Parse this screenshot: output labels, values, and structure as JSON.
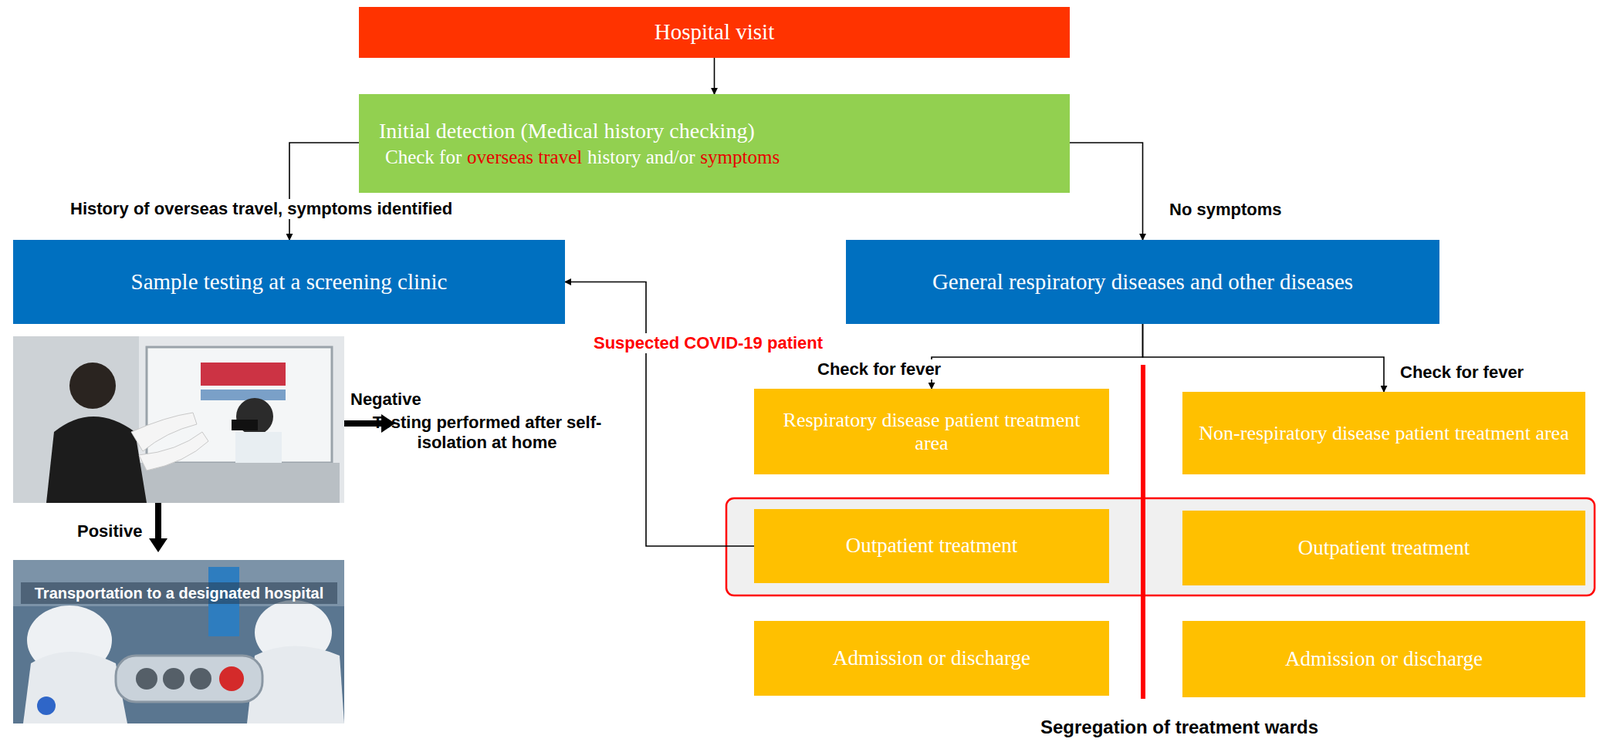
{
  "diagram": {
    "nodes": [
      {
        "text": [
          "Hospital visit"
        ]
      },
      {
        "text": [
          "Initial detection (Medical history checking)",
          "Check for",
          "overseas travel",
          "history and/or",
          "symptoms"
        ]
      },
      {
        "text": [
          "Sample testing at a screening clinic"
        ]
      },
      {
        "text": [
          "General respiratory diseases and other diseases"
        ]
      },
      {
        "text": [
          "Respiratory disease patient treatment area"
        ]
      },
      {
        "text": [
          "Non-respiratory disease patient treatment area"
        ]
      },
      {
        "text": [
          "Outpatient treatment"
        ]
      },
      {
        "text": [
          "Outpatient treatment"
        ]
      },
      {
        "text": [
          "Admission or discharge"
        ]
      },
      {
        "text": [
          "Admission or discharge"
        ]
      }
    ],
    "edges": [
      {
        "from": 0,
        "to": 1,
        "arrow": "to"
      },
      {
        "from": 1,
        "to": 2,
        "label": "History of overseas travel, symptoms identified",
        "arrow": "to"
      },
      {
        "from": 1,
        "to": 3,
        "label": "No symptoms",
        "arrow": "to"
      },
      {
        "from": 3,
        "to": 4,
        "label": "Check for fever",
        "arrow": "to"
      },
      {
        "from": 3,
        "to": 5,
        "label": "Check for fever",
        "arrow": "to"
      },
      {
        "from": 6,
        "to": 2,
        "label": "Suspected COVID-19 patient",
        "arrow": "to"
      }
    ],
    "labels": [
      "Negative",
      "Testing performed after self-isolation at home",
      "Positive",
      "Transportation to a designated hospital",
      "Segregation of treatment wards"
    ]
  }
}
